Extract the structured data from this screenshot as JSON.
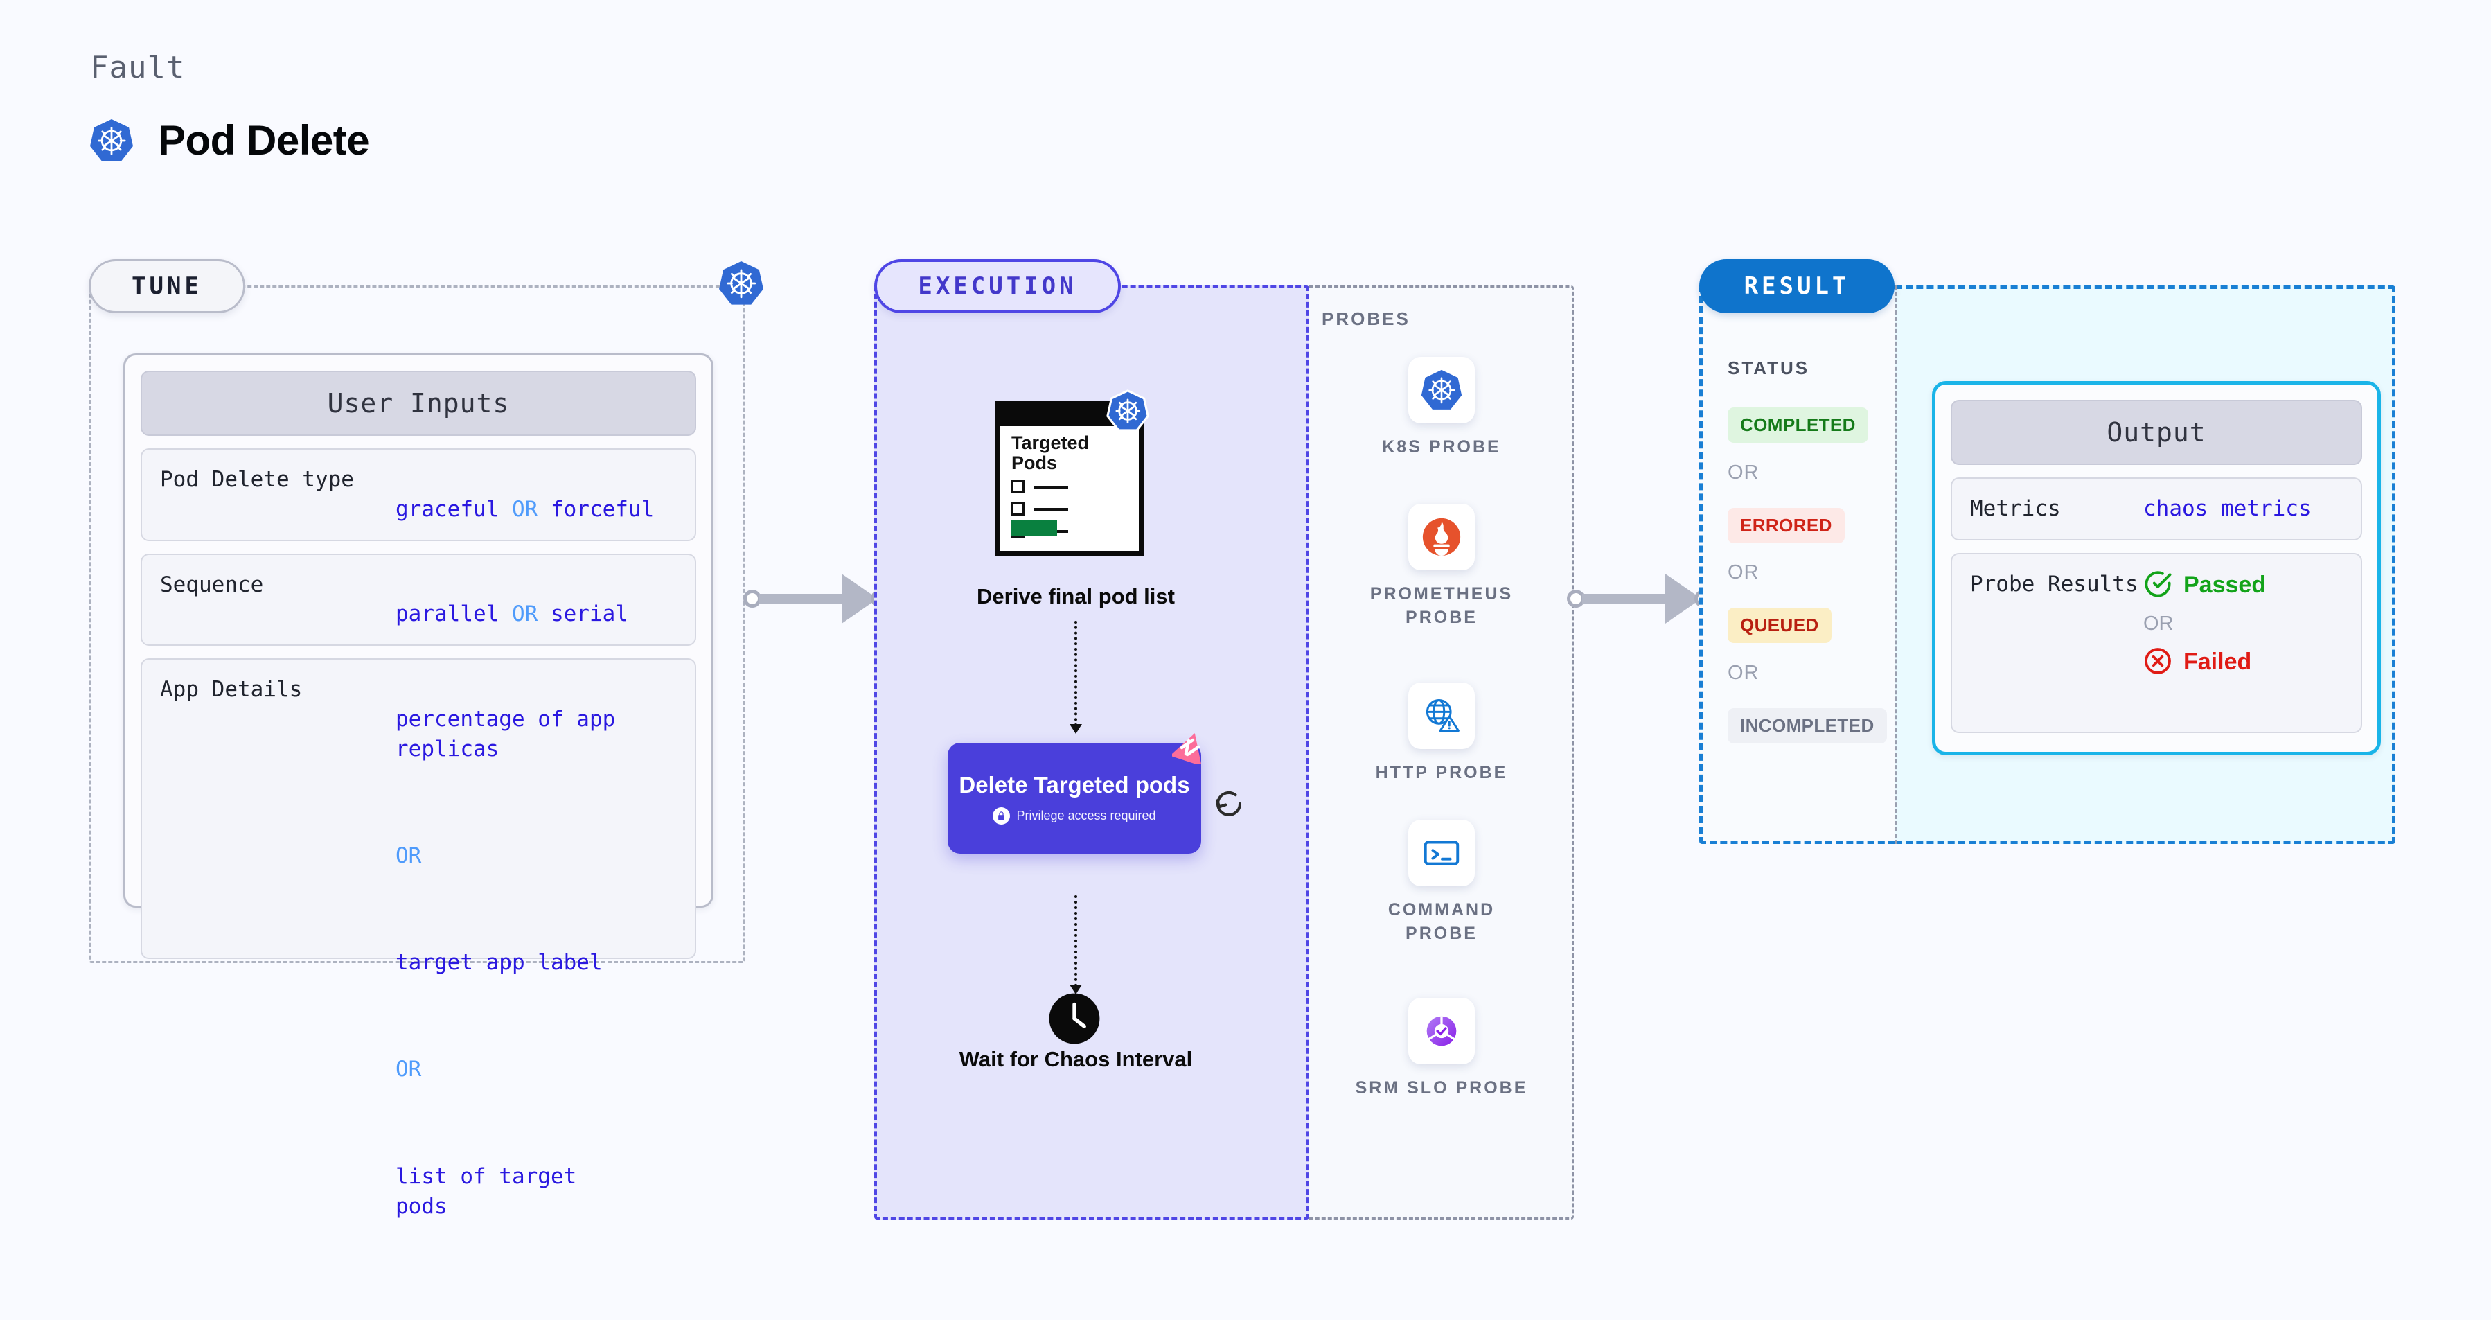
{
  "header": {
    "eyebrow": "Fault",
    "title": "Pod Delete",
    "icon": "kubernetes-icon"
  },
  "tune": {
    "badge": "TUNE",
    "border_icon": "kubernetes-icon",
    "card": {
      "header": "User Inputs",
      "rows": [
        {
          "key": "Pod Delete type",
          "values": [
            "graceful",
            "forceful"
          ],
          "separator": "OR",
          "inline": true
        },
        {
          "key": "Sequence",
          "values": [
            "parallel",
            "serial"
          ],
          "separator": "OR",
          "inline": true
        },
        {
          "key": "App Details",
          "values": [
            "percentage of app replicas",
            "target app label",
            "list of target pods"
          ],
          "separator": "OR",
          "inline": false
        }
      ]
    }
  },
  "execution": {
    "badge": "EXECUTION",
    "nodes": {
      "derive": {
        "label": "Derive final pod list",
        "doc_title": "Targeted Pods",
        "doc_icon": "kubernetes-icon",
        "checkbox_count": 3
      },
      "delete": {
        "title": "Delete Targeted pods",
        "subtitle": "Privilege access required",
        "subtitle_icon": "lock-icon",
        "corner_icon": "litmus-chaos-icon",
        "side_icon": "loop-refresh-icon"
      },
      "wait": {
        "label": "Wait for Chaos Interval",
        "icon": "clock-icon"
      }
    }
  },
  "probes": {
    "label": "PROBES",
    "items": [
      {
        "name": "K8S PROBE",
        "icon": "kubernetes-icon"
      },
      {
        "name": "PROMETHEUS PROBE",
        "icon": "prometheus-icon"
      },
      {
        "name": "HTTP PROBE",
        "icon": "globe-warning-icon"
      },
      {
        "name": "COMMAND PROBE",
        "icon": "terminal-icon"
      },
      {
        "name": "SRM SLO PROBE",
        "icon": "slo-donut-icon"
      }
    ]
  },
  "result": {
    "badge": "RESULT",
    "status": {
      "label": "STATUS",
      "separator": "OR",
      "badges": [
        {
          "text": "COMPLETED",
          "bg": "#dff5e0",
          "color": "#157a19"
        },
        {
          "text": "ERRORED",
          "bg": "#fde9e7",
          "color": "#cf2418"
        },
        {
          "text": "QUEUED",
          "bg": "#fbeec5",
          "color": "#b81f10"
        },
        {
          "text": "INCOMPLETED",
          "bg": "#eef0f5",
          "color": "#6b7183"
        }
      ]
    },
    "output": {
      "header": "Output",
      "rows": [
        {
          "key": "Metrics",
          "value": "chaos metrics"
        }
      ],
      "probe_results": {
        "key": "Probe Results",
        "passed": "Passed",
        "failed": "Failed",
        "separator": "OR",
        "passed_icon": "check-circle-icon",
        "failed_icon": "x-circle-icon"
      }
    }
  },
  "connectors": [
    {
      "name": "tune-to-execution",
      "icon": "arrow-right-icon"
    },
    {
      "name": "execution-to-result",
      "icon": "arrow-right-icon"
    }
  ],
  "colors": {
    "background": "#f9faff",
    "accent_purple": "#4a3fdb",
    "accent_blue": "#0f74cc",
    "accent_cyan": "#1ab4e8",
    "value_text": "#2a18e0",
    "or_text": "#4f9bfb",
    "k8s_blue": "#3069d3",
    "prometheus_orange": "#e6522c",
    "chaos_pink": "#fc6d9a"
  }
}
